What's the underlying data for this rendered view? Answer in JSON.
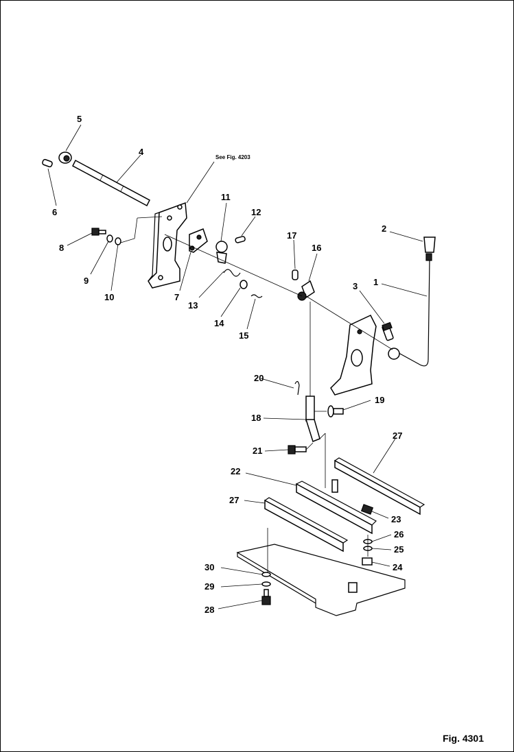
{
  "figure": {
    "caption": "Fig. 4301",
    "reference_note": "See Fig. 4203"
  },
  "part_labels": {
    "p1": "1",
    "p2": "2",
    "p3": "3",
    "p4": "4",
    "p5": "5",
    "p6": "6",
    "p7": "7",
    "p8": "8",
    "p9": "9",
    "p10": "10",
    "p11": "11",
    "p12": "12",
    "p13": "13",
    "p14": "14",
    "p15": "15",
    "p16": "16",
    "p17": "17",
    "p18": "18",
    "p19": "19",
    "p20": "20",
    "p21": "21",
    "p22": "22",
    "p23": "23",
    "p24": "24",
    "p25": "25",
    "p26": "26",
    "p27a": "27",
    "p27b": "27",
    "p28": "28",
    "p29": "29",
    "p30": "30"
  }
}
